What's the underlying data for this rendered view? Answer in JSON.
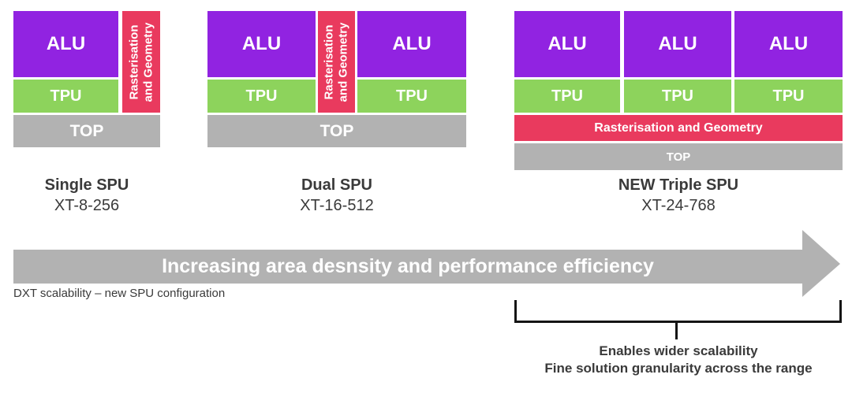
{
  "colors": {
    "alu": "#9123E1",
    "tpu": "#8DD35C",
    "raster": "#E93A5E",
    "topbar": "#B2B2B2",
    "arrow": "#B2B2B2",
    "label_text": "#3A3A3A",
    "bracket": "#151515"
  },
  "blocks": {
    "alu_label": "ALU",
    "tpu_label": "TPU",
    "top_label": "TOP",
    "raster_label": "Rasterisation and Geometry",
    "raster_lines": [
      "Rasterisation",
      "and Geometry"
    ]
  },
  "configs": [
    {
      "name": "Single SPU",
      "model": "XT-8-256"
    },
    {
      "name": "Dual SPU",
      "model": "XT-16-512"
    },
    {
      "name": "NEW Triple SPU",
      "model": "XT-24-768"
    }
  ],
  "arrow": {
    "label": "Increasing area desnsity and performance efficiency"
  },
  "footnote": "DXT scalability – new SPU configuration",
  "callout": {
    "line1": "Enables wider scalability",
    "line2": "Fine solution granularity across the range"
  }
}
